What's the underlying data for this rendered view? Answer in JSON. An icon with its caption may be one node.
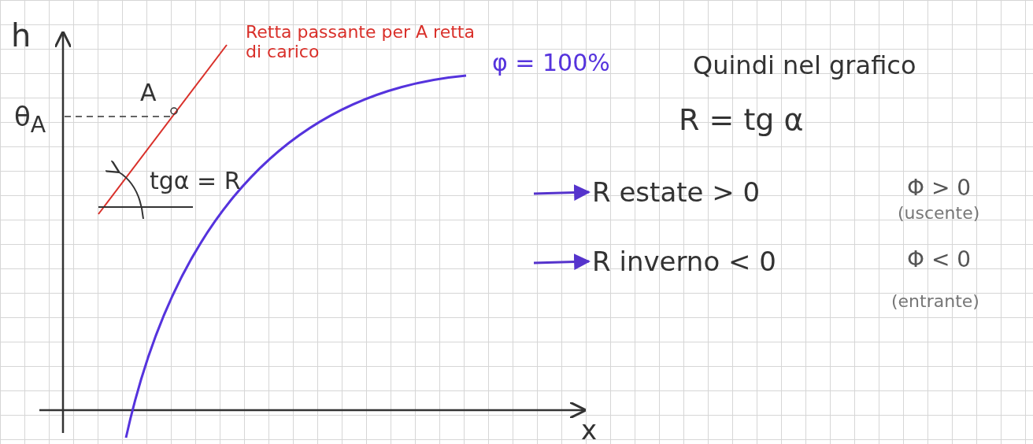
{
  "diagram": {
    "nodes": [
      {
        "text": [
          "R estate > 0"
        ]
      },
      {
        "text": [
          "R inverno < 0"
        ]
      }
    ],
    "edges": [
      {
        "from": null,
        "to": 0,
        "arrow": "to"
      },
      {
        "from": null,
        "to": 1,
        "arrow": "to"
      }
    ],
    "labels": [
      "h",
      "Retta passante per A retta di carico",
      "φ = 100%",
      "Quindi nel grafico",
      "A",
      "θ$_{A}$",
      "R = tg α",
      "tgα = R",
      "Φ > 0",
      "(uscente)",
      "Φ < 0",
      "(entrante)",
      "x"
    ]
  }
}
